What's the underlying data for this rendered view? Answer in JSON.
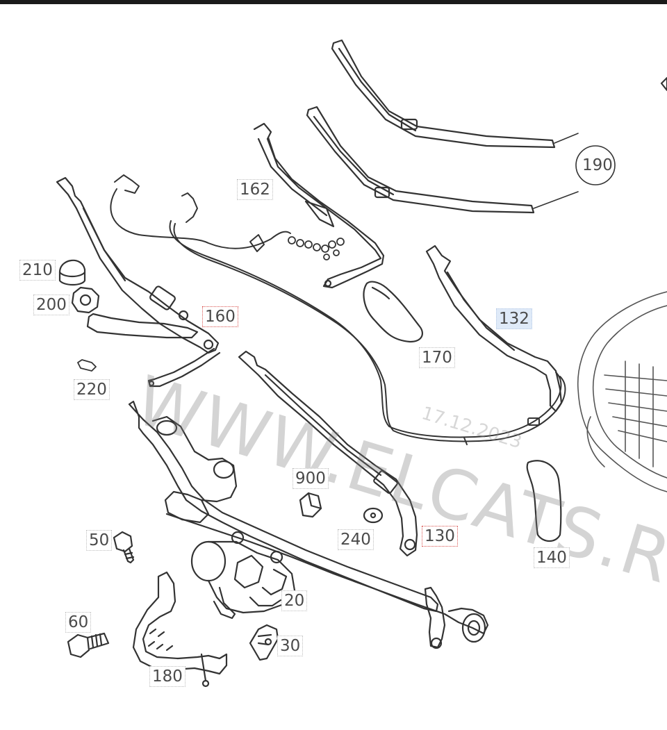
{
  "diagram": {
    "watermark": "WWW.ELCATS.R",
    "watermark_date": "17.12.2023",
    "line_color": "#333333",
    "highlight_color": "#dfeaf8",
    "callout_red_border": "#d9534f",
    "parts": {
      "p190": "190",
      "p162": "162",
      "p210": "210",
      "p200": "200",
      "p160": "160",
      "p132": "132",
      "p170": "170",
      "p220": "220",
      "p900": "900",
      "p50": "50",
      "p240": "240",
      "p130": "130",
      "p140": "140",
      "p20": "20",
      "p60": "60",
      "p30": "30",
      "p180": "180"
    }
  }
}
